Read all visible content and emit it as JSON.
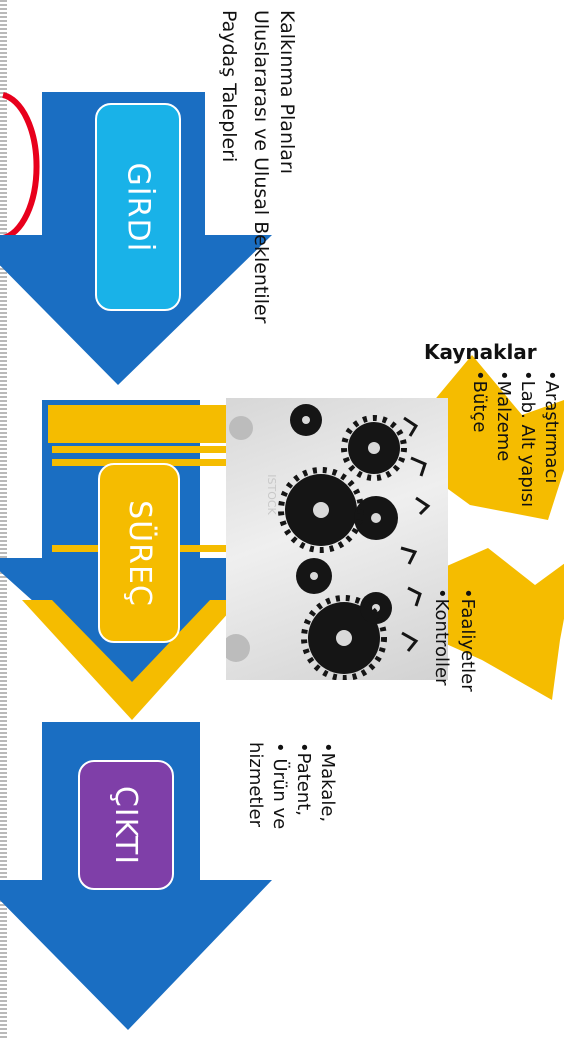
{
  "diagram": {
    "girdi": {
      "label": "GİRDİ",
      "lines": [
        "Kalkınma Planları",
        "Uluslararası ve Ulusal Beklentiler",
        "Paydaş Talepleri"
      ]
    },
    "surec": {
      "label": "SÜREÇ"
    },
    "cikti": {
      "label": "ÇIKTI",
      "lines": [
        "•Makale,",
        "•Patent,",
        "• Ürün ve",
        "hizmetler"
      ]
    },
    "kaynaklar": {
      "title": "Kaynaklar",
      "items": [
        "•Araştırmacı",
        "•Lab. Alt yapısı",
        "•Malzeme",
        "•Bütçe"
      ]
    },
    "faaliyetler": {
      "items": [
        "•Faaliyetler",
        "•Kontroller"
      ]
    },
    "colors": {
      "blue": "#1a6ec2",
      "light_blue": "#19b2e8",
      "yellow": "#f5bc00",
      "purple": "#7f3fa8",
      "red": "#e8001c"
    },
    "icons": [
      "gear-icon",
      "people-icon"
    ]
  }
}
